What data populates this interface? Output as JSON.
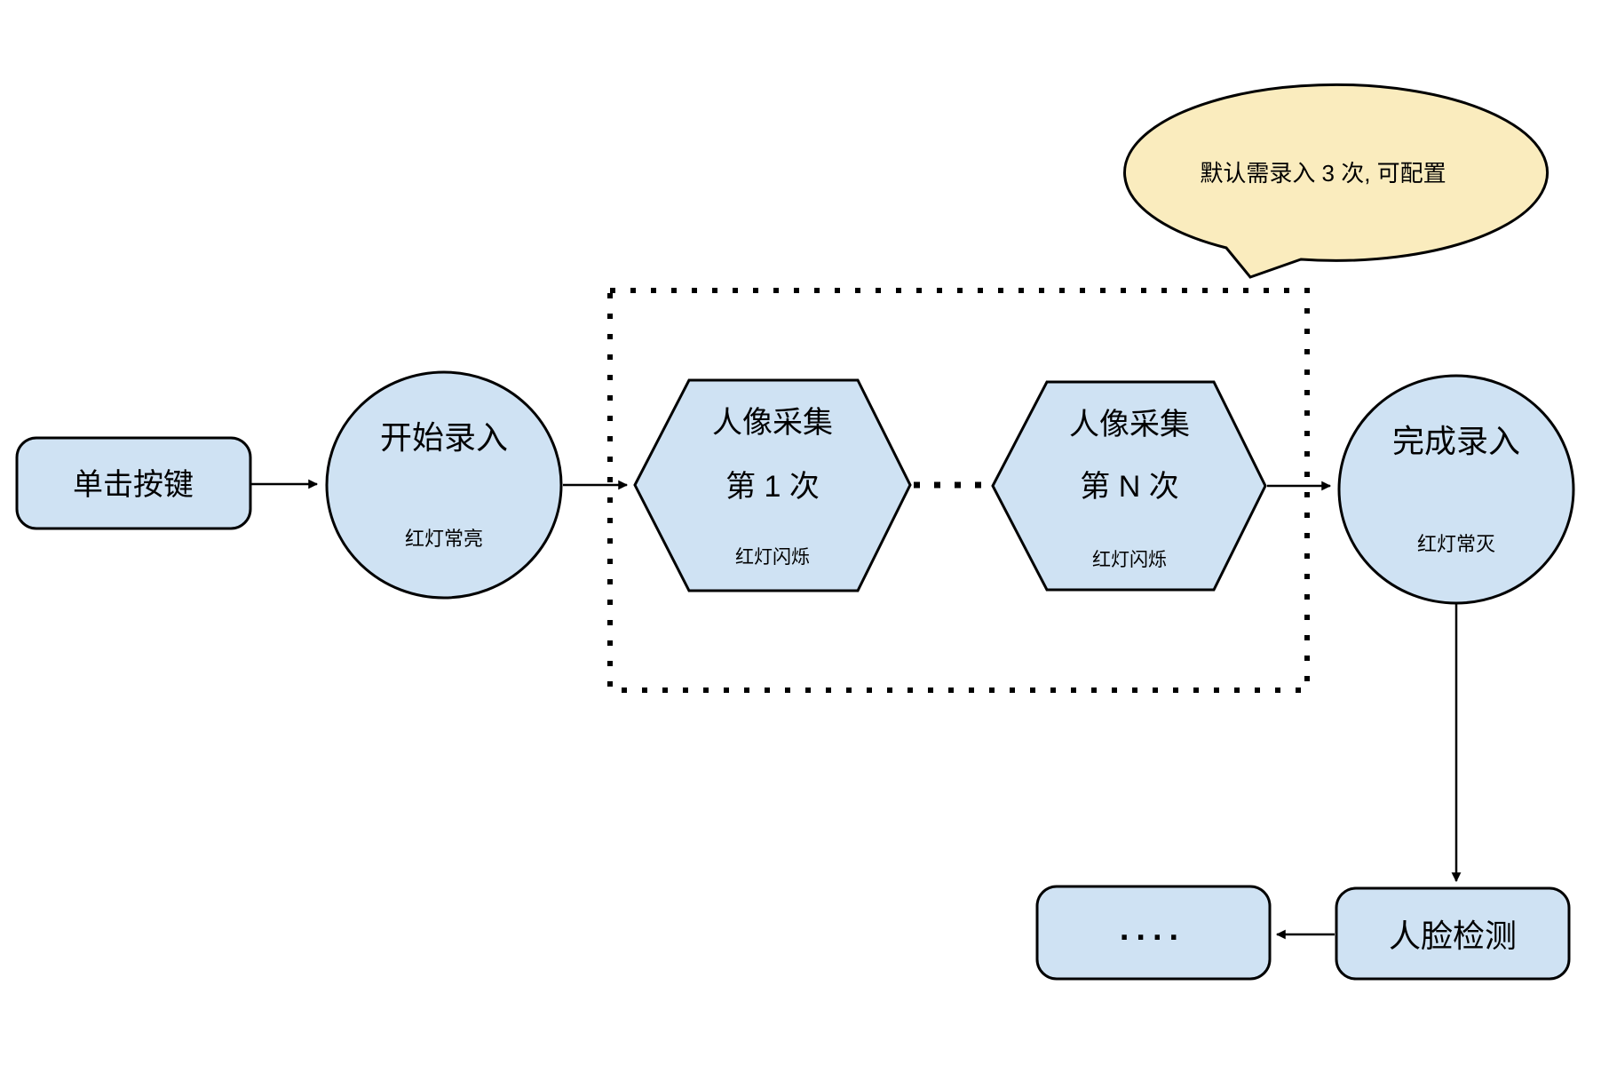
{
  "diagram": {
    "type": "flowchart",
    "colors": {
      "node_fill": "#cfe2f3",
      "node_stroke": "#000000",
      "callout_fill": "#faecbe",
      "connector": "#000000",
      "background": "#ffffff"
    },
    "callout": {
      "text": "默认需录入 3 次, 可配置"
    },
    "nodes": {
      "click_button": {
        "label": "单击按键"
      },
      "start_record": {
        "title": "开始录入",
        "status": "红灯常亮"
      },
      "capture_first": {
        "title": "人像采集",
        "count": "第 1 次",
        "status": "红灯闪烁"
      },
      "capture_nth": {
        "title": "人像采集",
        "count": "第 N 次",
        "status": "红灯闪烁"
      },
      "finish_record": {
        "title": "完成录入",
        "status": "红灯常灭"
      },
      "face_detection": {
        "label": "人脸检测"
      },
      "ellipsis": {
        "label": "...."
      }
    }
  }
}
